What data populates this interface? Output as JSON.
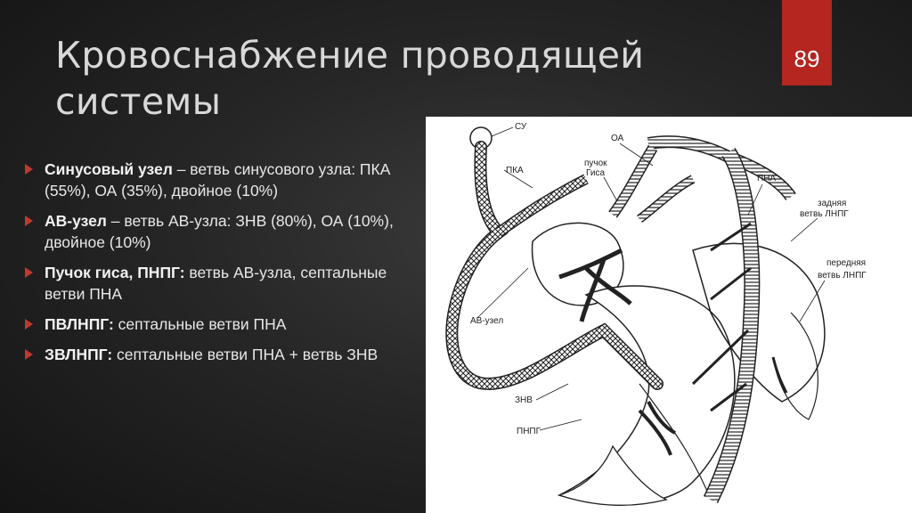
{
  "title": "Кровоснабжение проводящей системы",
  "page_number": "89",
  "accent_color": "#b4261f",
  "bullets": [
    {
      "bold": "Синусовый узел",
      "text": " – ветвь синусового узла: ПКА (55%), ОА (35%), двойное (10%)"
    },
    {
      "bold": "АВ-узел",
      "text": " – ветвь АВ-узла: ЗНВ (80%), ОА (10%), двойное (10%)"
    },
    {
      "bold": "Пучок гиса, ПНПГ:",
      "text": " ветвь АВ-узла, септальные ветви ПНА"
    },
    {
      "bold": "ПВЛНПГ:",
      "text": " септальные ветви ПНА"
    },
    {
      "bold": "ЗВЛНПГ:",
      "text": " септальные ветви ПНА + ветвь ЗНВ"
    }
  ],
  "figure": {
    "labels": {
      "su": "СУ",
      "pka": "ПКА",
      "oa": "ОА",
      "puchok1": "пучок",
      "puchok2": "Гиса",
      "pna": "ПНА",
      "zadnyaya1": "задняя",
      "zadnyaya2": "ветвь ЛНПГ",
      "perednyaya1": "передняя",
      "perednyaya2": "ветвь ЛНПГ",
      "av": "АВ-узел",
      "znv": "ЗНВ",
      "pnpg": "ПНПГ"
    }
  }
}
